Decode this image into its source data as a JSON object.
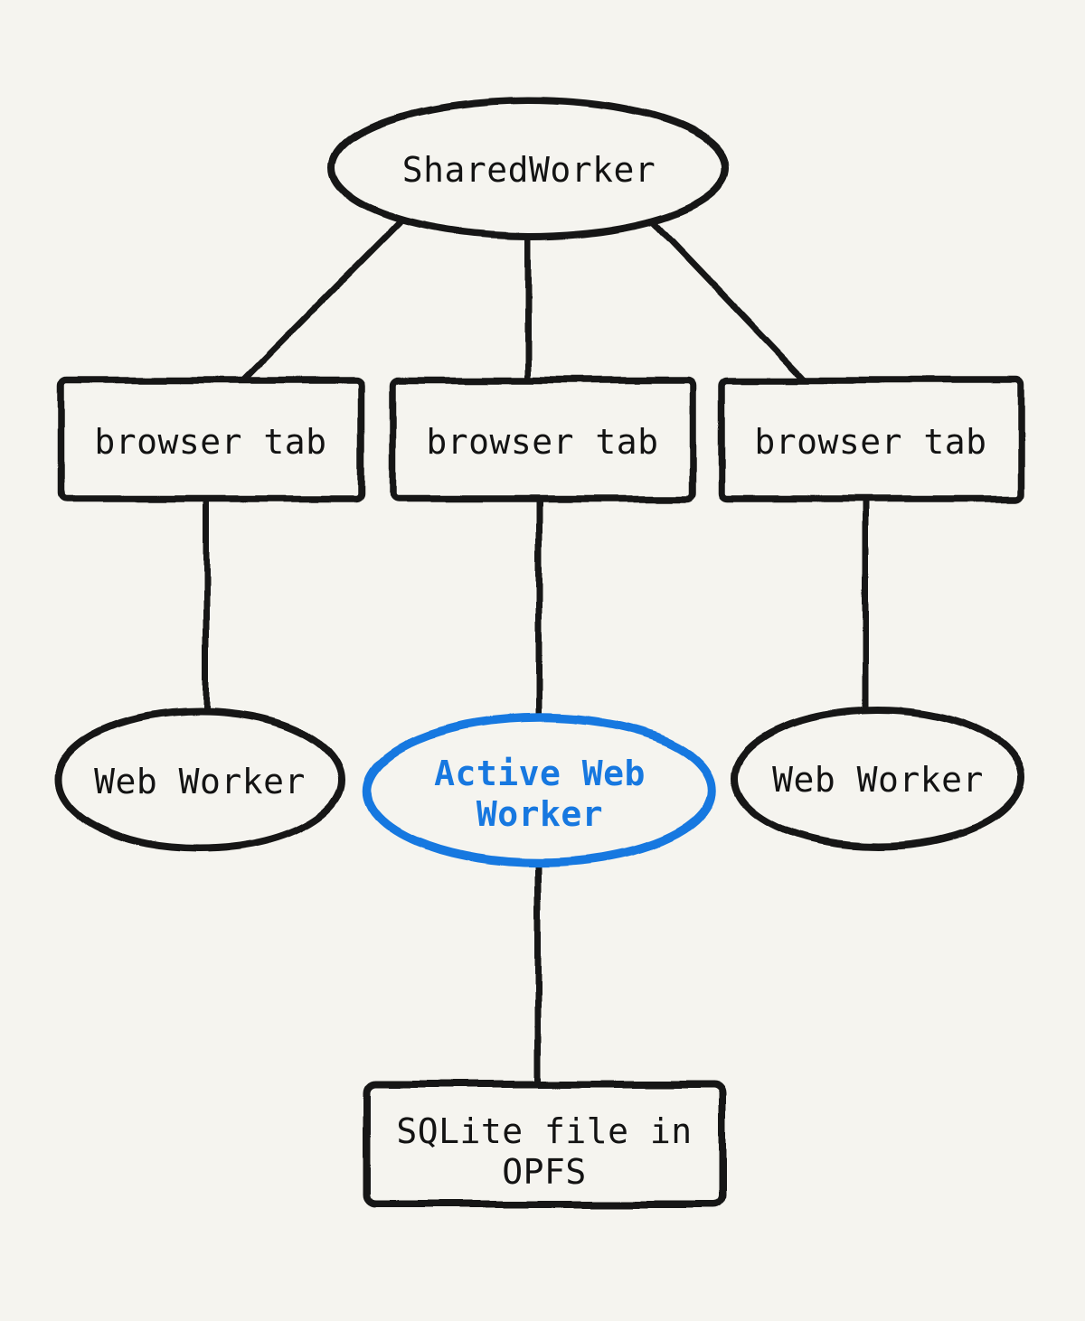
{
  "canvas": {
    "background": "#f5f4ef",
    "stroke_color": "#161616",
    "text_color": "#131313",
    "accent_color": "#1778e0"
  },
  "nodes": {
    "shared_worker": {
      "label": "SharedWorker"
    },
    "tab_left": {
      "label": "browser tab"
    },
    "tab_center": {
      "label": "browser tab"
    },
    "tab_right": {
      "label": "browser tab"
    },
    "worker_left": {
      "label": "Web Worker"
    },
    "worker_active": {
      "lines": [
        "Active Web",
        "Worker"
      ]
    },
    "worker_right": {
      "label": "Web Worker"
    },
    "sqlite_file": {
      "lines": [
        "SQLite file in",
        "OPFS"
      ]
    }
  },
  "edges": [
    {
      "from": "shared_worker",
      "to": "tab_left"
    },
    {
      "from": "shared_worker",
      "to": "tab_center"
    },
    {
      "from": "shared_worker",
      "to": "tab_right"
    },
    {
      "from": "tab_left",
      "to": "worker_left"
    },
    {
      "from": "tab_center",
      "to": "worker_active"
    },
    {
      "from": "tab_right",
      "to": "worker_right"
    },
    {
      "from": "worker_active",
      "to": "sqlite_file"
    }
  ]
}
